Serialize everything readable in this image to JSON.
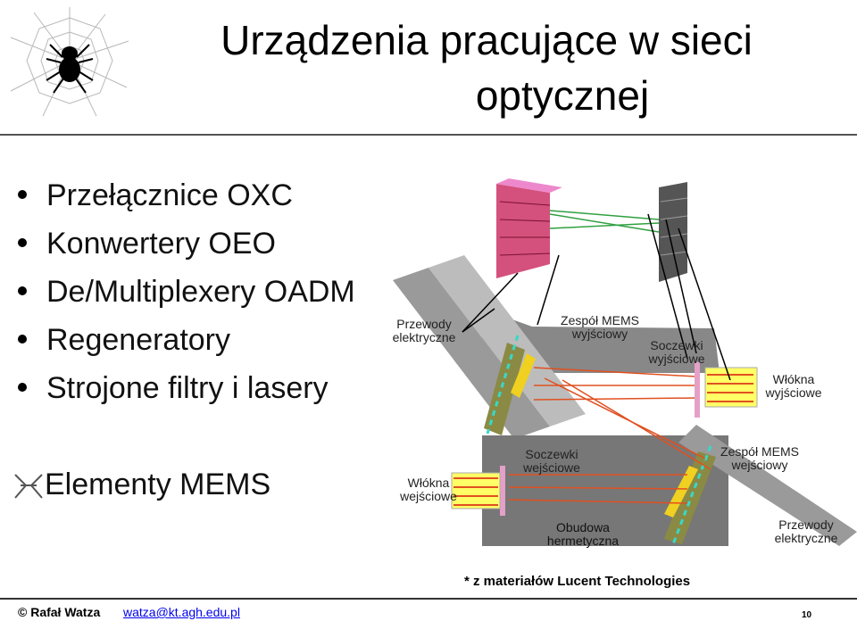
{
  "title": {
    "line1": "Urządzenia pracujące w sieci",
    "line2": "optycznej"
  },
  "bullets": [
    "Przełącznice OXC",
    "Konwertery OEO",
    "De/Multiplexery OADM",
    "Regeneratory",
    "Strojone filtry i lasery"
  ],
  "mems_item": "Elementy MEMS",
  "diagram_labels": {
    "przewody_top": [
      "Przewody",
      "elektryczne"
    ],
    "mems_out": [
      "Zespół MEMS",
      "wyjściowy"
    ],
    "lens_out": [
      "Soczewki",
      "wyjściowe"
    ],
    "fiber_out": [
      "Włókna",
      "wyjściowe"
    ],
    "lens_in": [
      "Soczewki",
      "wejściowe"
    ],
    "mems_in": [
      "Zespół MEMS",
      "wejściowy"
    ],
    "fiber_in": [
      "Włókna",
      "wejściowe"
    ],
    "housing": [
      "Obudowa",
      "hermetyczna"
    ],
    "przewody_bottom": [
      "Przewody",
      "elektryczne"
    ]
  },
  "credit": "* z materiałów Lucent Technologies",
  "footer": {
    "author": "© Rafał Watza",
    "email": "watza@kt.agh.edu.pl",
    "page": "10"
  },
  "colors": {
    "bar": "#555555",
    "link": "#0000ee",
    "beam": "#e05020",
    "mirror": "#888844"
  }
}
